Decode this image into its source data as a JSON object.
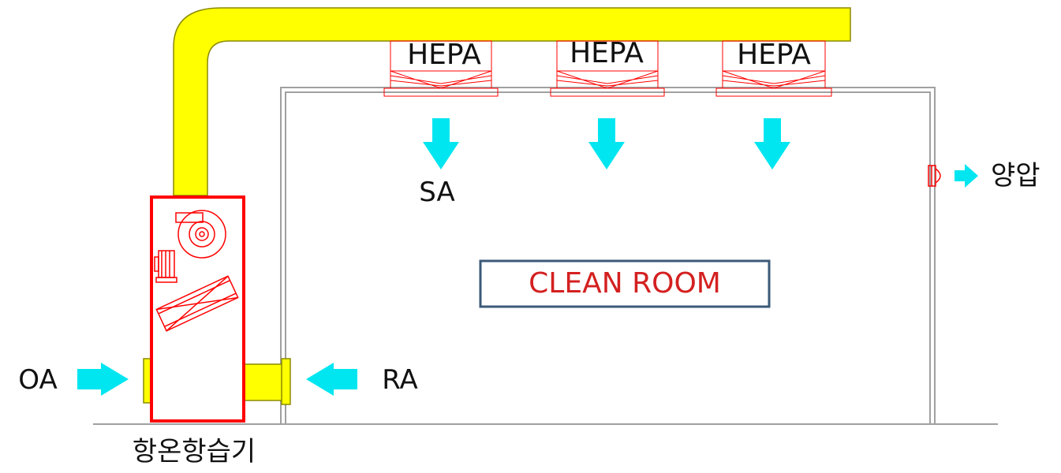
{
  "labels": {
    "hepa": [
      "HEPA",
      "HEPA",
      "HEPA"
    ],
    "sa": "SA",
    "oa": "OA",
    "ra": "RA",
    "positive_pressure": "양압",
    "room": "CLEAN ROOM",
    "unit": "항온항습기"
  },
  "colors": {
    "duct": "#ffff00",
    "duct_outline": "#8a8a00",
    "arrow": "#00e6f0",
    "equipment": "#ff0000",
    "room_label_text": "#d42020",
    "room_label_border": "#3b5a78",
    "wall": "#a0a0a0"
  }
}
